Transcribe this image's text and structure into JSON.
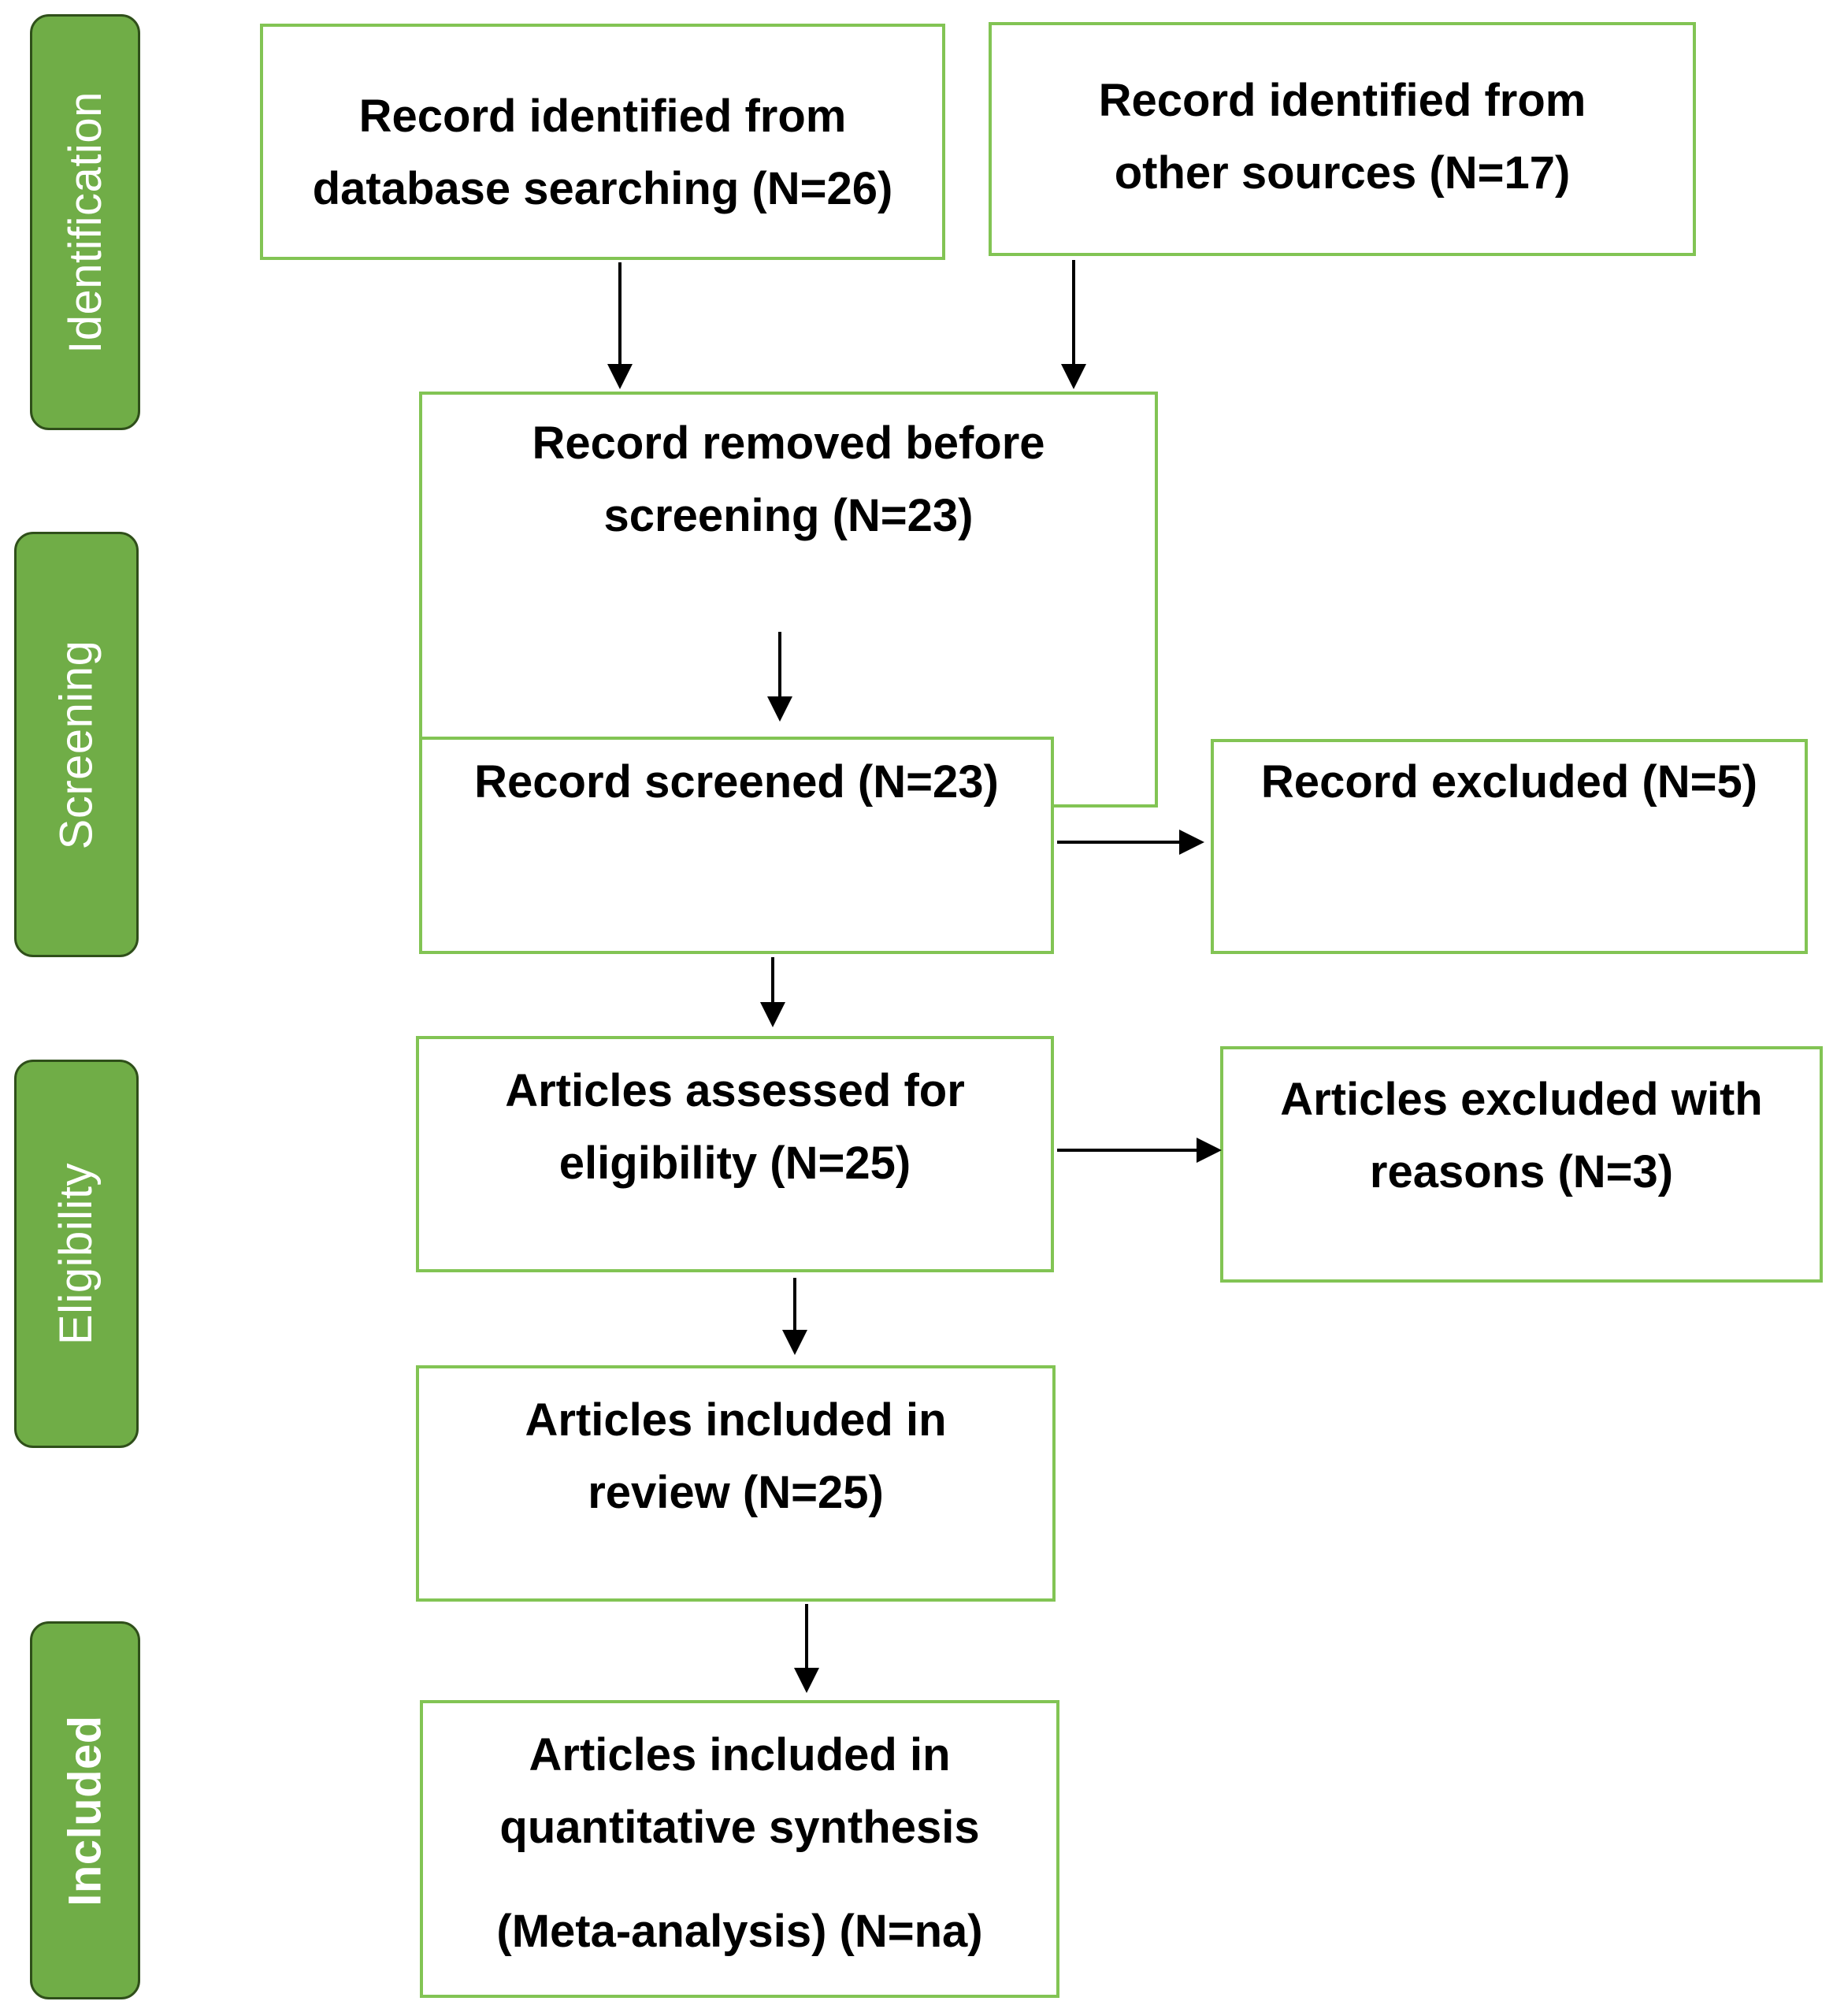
{
  "colors": {
    "stage_fill": "#70ad47",
    "stage_border": "#2f4f1a",
    "box_border": "#82c454",
    "arrow": "#000000",
    "text": "#000000"
  },
  "stages": {
    "identification": "Identification",
    "screening": "Screening",
    "eligibility": "Eligibility",
    "included": "Included"
  },
  "boxes": {
    "database": {
      "line1": "Record identified from",
      "line2": "database searching (N=26)"
    },
    "other_sources": {
      "line1": "Record identified from",
      "line2": "other sources (N=17)"
    },
    "removed": {
      "line1": "Record removed before",
      "line2": "screening (N=23)"
    },
    "screened": {
      "line1": "Record screened (N=23)"
    },
    "excluded": {
      "line1": "Record excluded (N=5)"
    },
    "assessed": {
      "line1": "Articles assessed for",
      "line2": "eligibility  (N=25)"
    },
    "excluded_reasons": {
      "line1": "Articles excluded with",
      "line2": "reasons (N=3)"
    },
    "included_review": {
      "line1": "Articles included in",
      "line2": "review (N=25)"
    },
    "quantitative": {
      "line1": "Articles included in",
      "line2": "quantitative synthesis",
      "line3": "(Meta-analysis) (N=na)"
    }
  }
}
